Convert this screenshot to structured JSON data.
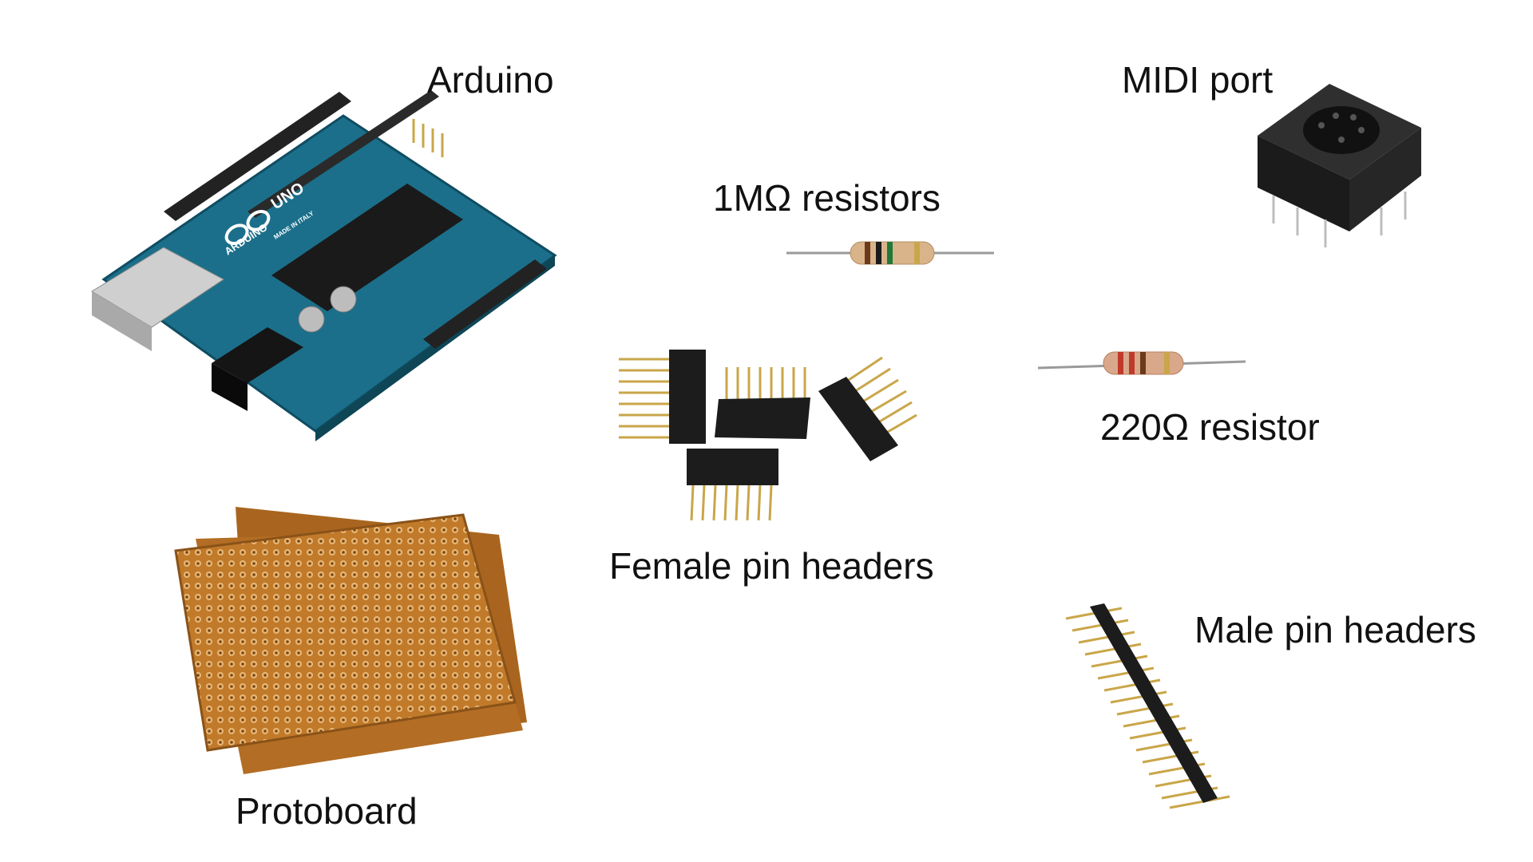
{
  "labels": {
    "arduino": "Arduino",
    "midi_port": "MIDI port",
    "resistor_1m": "1MΩ resistors",
    "resistor_220": "220Ω resistor",
    "female_headers": "Female pin headers",
    "male_headers": "Male pin headers",
    "protoboard": "Protoboard"
  },
  "board_print": {
    "brand": "ARDUINO",
    "model": "UNO",
    "made_in": "MADE IN ITALY"
  },
  "colors": {
    "pcb_blue": "#1b6f8a",
    "protoboard": "#c07a2a",
    "header_black": "#1c1c1c",
    "pin_gold": "#c9a649",
    "resistor_beige": "#d9b48a"
  }
}
